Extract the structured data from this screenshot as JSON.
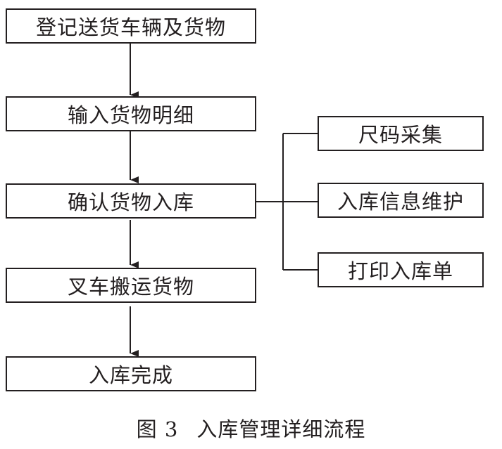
{
  "main_steps": [
    {
      "label": "登记送货车辆及货物"
    },
    {
      "label": "输入货物明细"
    },
    {
      "label": "确认货物入库"
    },
    {
      "label": "叉车搬运货物"
    },
    {
      "label": "入库完成"
    }
  ],
  "side_steps": [
    {
      "label": "尺码采集"
    },
    {
      "label": "入库信息维护"
    },
    {
      "label": "打印入库单"
    }
  ],
  "caption": {
    "figure_number": "图 3",
    "title": "入库管理详细流程"
  },
  "colors": {
    "line": "#231f20",
    "text": "#231f20",
    "background": "#ffffff"
  }
}
